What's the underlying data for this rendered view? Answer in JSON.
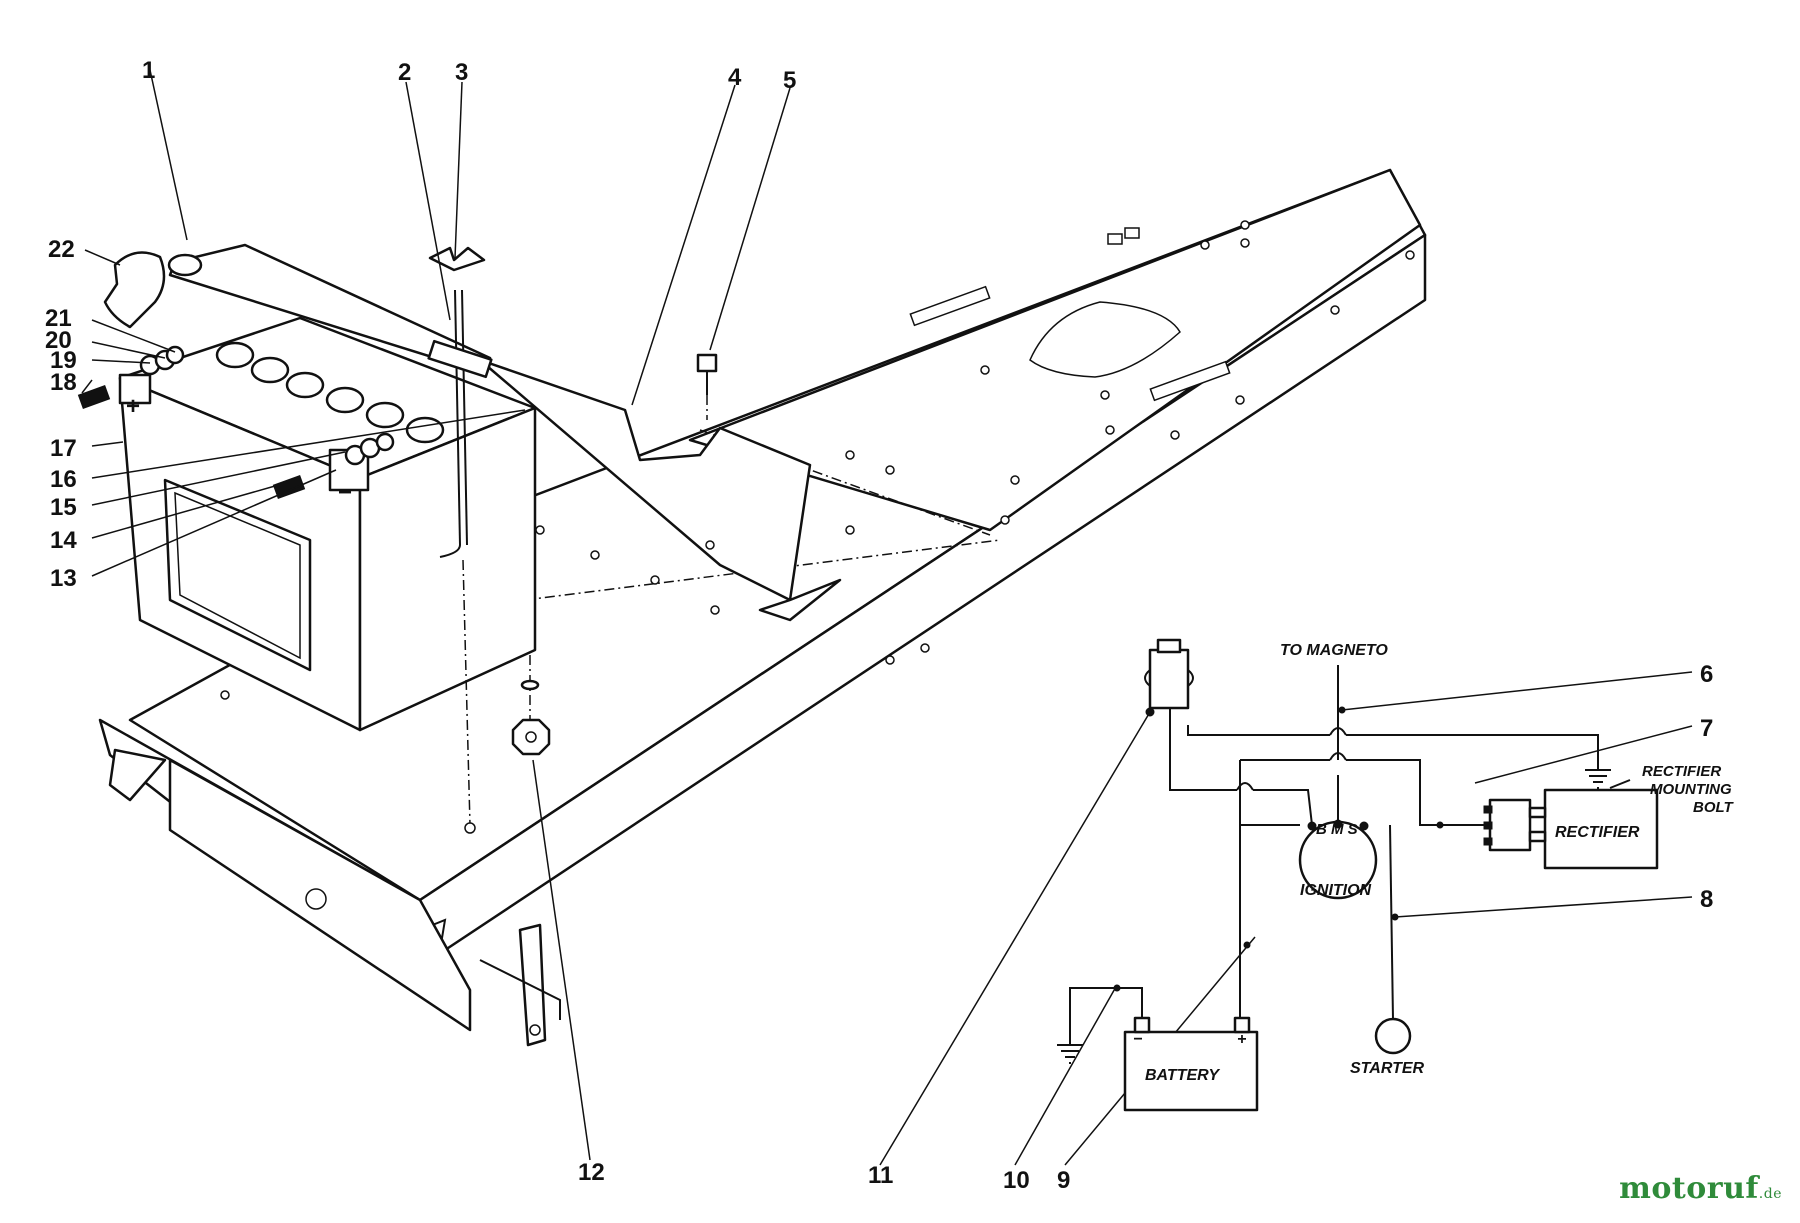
{
  "callouts": {
    "c1": "1",
    "c2": "2",
    "c3": "3",
    "c4": "4",
    "c5": "5",
    "c6": "6",
    "c7": "7",
    "c8": "8",
    "c9": "9",
    "c10": "10",
    "c11": "11",
    "c12": "12",
    "c13": "13",
    "c14": "14",
    "c15": "15",
    "c16": "16",
    "c17": "17",
    "c18": "18",
    "c19": "19",
    "c20": "20",
    "c21": "21",
    "c22": "22"
  },
  "wiring": {
    "to_magneto": "TO MAGNETO",
    "rectifier": "RECTIFIER",
    "rectifier_bolt_line1": "RECTIFIER",
    "rectifier_bolt_line2": "MOUNTING",
    "rectifier_bolt_line3": "BOLT",
    "ignition": "IGNITION",
    "switch_terminals": "B M S",
    "battery": "BATTERY",
    "battery_neg": "−",
    "battery_pos": "+",
    "starter": "STARTER"
  },
  "battery_marks": {
    "pos": "+",
    "neg": "−"
  },
  "watermark": {
    "brand": "motoruf",
    "suffix": ".de"
  }
}
